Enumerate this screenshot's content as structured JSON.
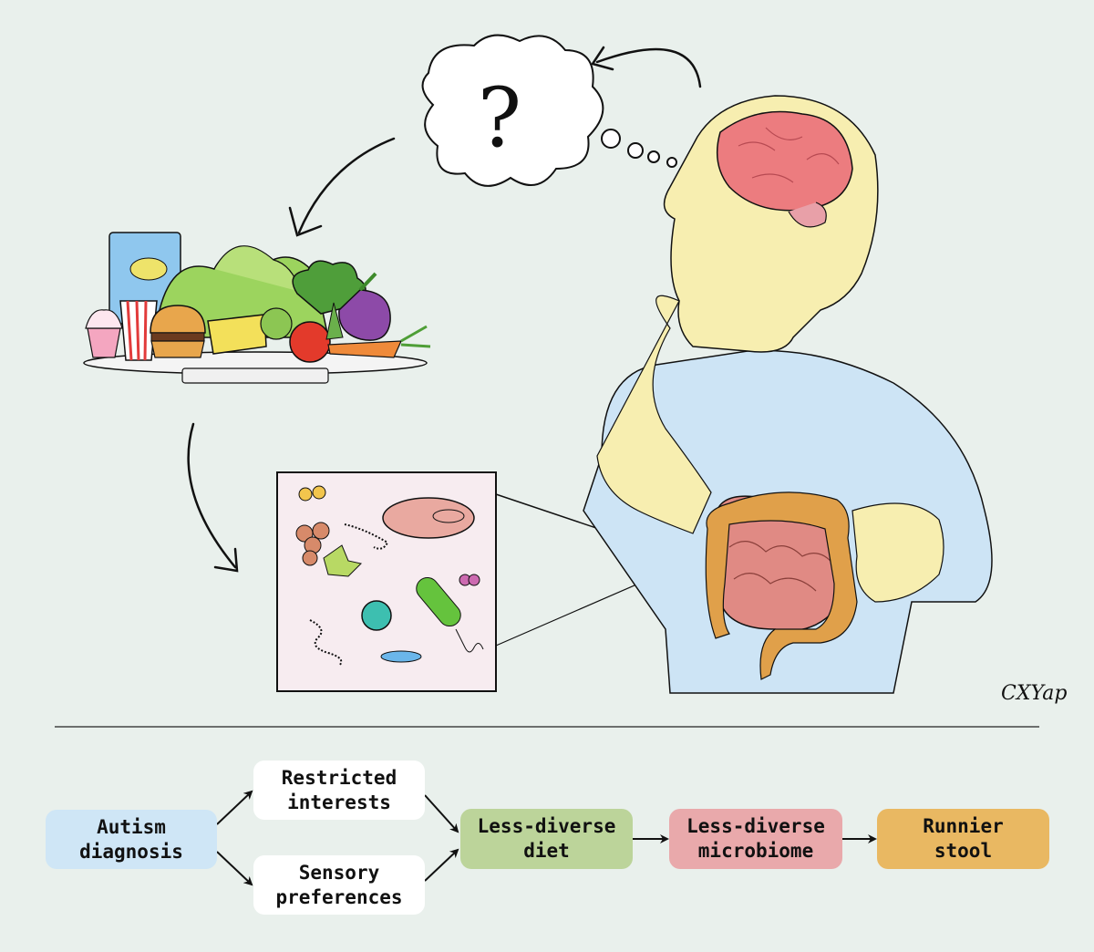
{
  "illustration": {
    "thought_symbol": "?",
    "signature": "CXYap",
    "parts": [
      "question-thought-bubble",
      "food-plate",
      "microbe-inset",
      "thinking-person",
      "brain",
      "intestines"
    ]
  },
  "flow": {
    "nodes": [
      {
        "id": "autism",
        "label": "Autism\ndiagnosis",
        "color": "#cfe6f6"
      },
      {
        "id": "restricted",
        "label": "Restricted\ninterests",
        "color": "#ffffff"
      },
      {
        "id": "sensory",
        "label": "Sensory\npreferences",
        "color": "#ffffff"
      },
      {
        "id": "diet",
        "label": "Less-diverse\ndiet",
        "color": "#bcd49a"
      },
      {
        "id": "microbiome",
        "label": "Less-diverse\nmicrobiome",
        "color": "#e9a9ab"
      },
      {
        "id": "stool",
        "label": "Runnier\nstool",
        "color": "#e9b862"
      }
    ]
  }
}
